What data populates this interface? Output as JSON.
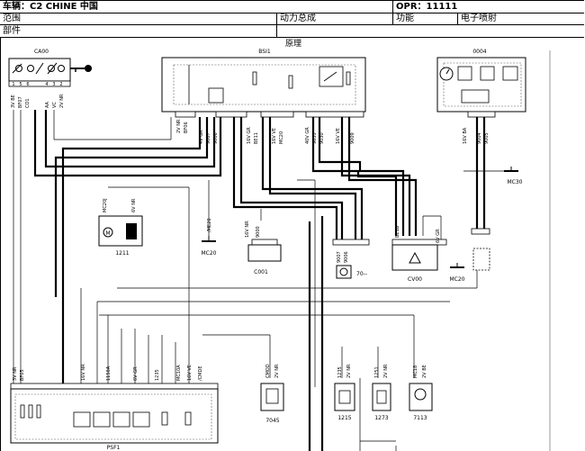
{
  "header": {
    "vehicle_label": "车辆：",
    "vehicle_value": "C2 CHINE 中国",
    "opr_label": "OPR：",
    "opr_value": "11111",
    "scope_label": "范围",
    "system": "动力总成",
    "function_label": "功能",
    "function_value": "电子喷射",
    "part_label": "部件"
  },
  "diagram": {
    "section_title": "原理",
    "components": {
      "ca00": "CA00",
      "bsi1": "BSI1",
      "c004": "0004",
      "c1211": "1211",
      "c001": "C001",
      "cv00": "CV00",
      "c70": "70--",
      "c7045": "7045",
      "c1215": "1215",
      "c1273": "1273",
      "c7113": "7113",
      "psf1": "PSF1"
    },
    "grounds": {
      "mc20a": "MC20",
      "mc20b": "MC20",
      "mc30": "MC30"
    },
    "wire_labels": {
      "ca00_1": "3V BE",
      "ca00_2": "BF07",
      "ca00_3": "CO1",
      "ca00_4": "AA",
      "ca00_5": "VC",
      "ca00_6": "2V NR",
      "bsi_l1": "2V NR",
      "bsi_l2": "BF06",
      "bsi_l3": "4V GR",
      "bsi_l4": "9007",
      "bsi_l5": "9006",
      "bsi_m1": "16V GR",
      "bsi_m2": "BE11",
      "bsi_m3": "16V VE",
      "bsi_m4": "MC20",
      "bsi_r1": "40V GR",
      "bsi_r2": "9035",
      "bsi_r3": "9030",
      "bsi_r4": "16V VE",
      "bsi_r5": "9009",
      "c004_1": "16V BA",
      "c004_2": "9004",
      "c004_3": "9005",
      "c1211_1": "MC20J",
      "c1211_2": "6V NR",
      "me20": "/ME20",
      "c001_1": "16V NR",
      "c001_2": "9000",
      "cv00_1": "6V GR",
      "cv00_2": "BE1B",
      "c70_1": "9007",
      "c70_2": "9006",
      "c7045_1": "CMOD",
      "c7045_2": "2V NR",
      "c1215_1": "1235",
      "c1215_2": "2V NR",
      "c1273_1": "1251",
      "c1273_2": "2V NR",
      "c7113_1": "MC18",
      "c7113_2": "2V BE",
      "psf_1": "3V NR",
      "psf_2": "BF05",
      "psf_3": "16V NR",
      "psf_4": "1150A",
      "psf_5": "6V GR",
      "psf_6": "1235",
      "psf_7": "16V VE",
      "psf_8": "MC10A",
      "psf_9": "/CMDE"
    }
  }
}
